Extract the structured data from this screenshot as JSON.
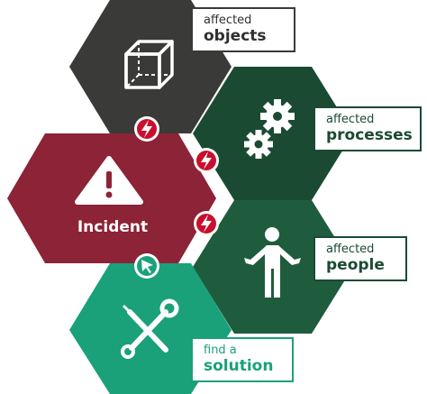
{
  "nodes": {
    "objects": {
      "line1": "affected",
      "line2": "objects",
      "color": "#3a3a38",
      "icon": "cube-icon"
    },
    "processes": {
      "line1": "affected",
      "line2": "processes",
      "color": "#1b4a33",
      "icon": "gears-icon"
    },
    "incident": {
      "label": "Incident",
      "color": "#8c2336",
      "icon": "warning-icon"
    },
    "people": {
      "line1": "affected",
      "line2": "people",
      "color": "#1e5c3d",
      "icon": "person-shrug-icon"
    },
    "solution": {
      "line1": "find a",
      "line2": "solution",
      "color": "#1aa17a",
      "icon": "tools-icon"
    }
  },
  "connectors": [
    {
      "id": "incident-objects",
      "icon": "lightning-icon",
      "color": "#c8102e"
    },
    {
      "id": "incident-processes",
      "icon": "lightning-icon",
      "color": "#c8102e"
    },
    {
      "id": "incident-people",
      "icon": "lightning-icon",
      "color": "#c8102e"
    },
    {
      "id": "incident-solution",
      "icon": "cursor-arrow-icon",
      "color": "#1aa17a"
    }
  ]
}
